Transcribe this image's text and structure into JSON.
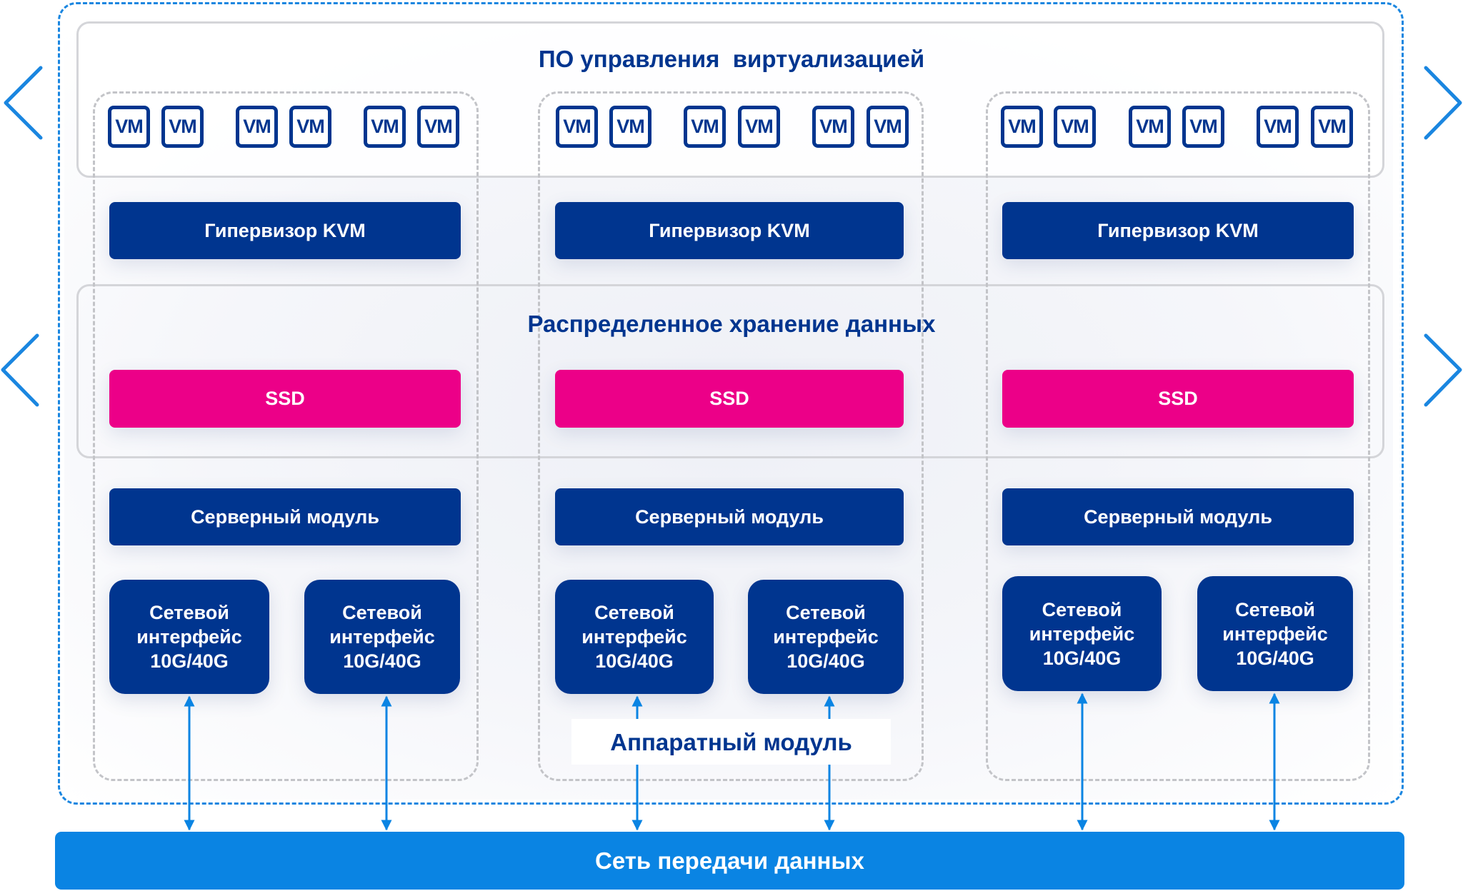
{
  "titles": {
    "management": "ПО управления  виртуализацией",
    "storage": "Распределенное хранение данных",
    "hardware": "Аппаратный модуль",
    "network": "Сеть передачи данных"
  },
  "colors": {
    "navy": "#00358f",
    "pink": "#ec0088",
    "network_blue": "#0a84e3",
    "dashed_blue": "#1a86e0",
    "gray_border": "#d4d5d9"
  },
  "icons": {
    "left_nav": "chevron-left-icon",
    "right_nav": "chevron-right-icon"
  },
  "columns": [
    {
      "vms": [
        "VM",
        "VM",
        "VM",
        "VM",
        "VM",
        "VM"
      ],
      "hypervisor": "Гипервизор KVM",
      "storage": "SSD",
      "server": "Серверный модуль",
      "nics": [
        "Сетевой\nинтерфейс\n10G/40G",
        "Сетевой\nинтерфейс\n10G/40G"
      ]
    },
    {
      "vms": [
        "VM",
        "VM",
        "VM",
        "VM",
        "VM",
        "VM"
      ],
      "hypervisor": "Гипервизор KVM",
      "storage": "SSD",
      "server": "Серверный модуль",
      "nics": [
        "Сетевой\nинтерфейс\n10G/40G",
        "Сетевой\nинтерфейс\n10G/40G"
      ]
    },
    {
      "vms": [
        "VM",
        "VM",
        "VM",
        "VM",
        "VM",
        "VM"
      ],
      "hypervisor": "Гипервизор KVM",
      "storage": "SSD",
      "server": "Серверный модуль",
      "nics": [
        "Сетевой\nинтерфейс\n10G/40G",
        "Сетевой\nинтерфейс\n10G/40G"
      ]
    }
  ]
}
